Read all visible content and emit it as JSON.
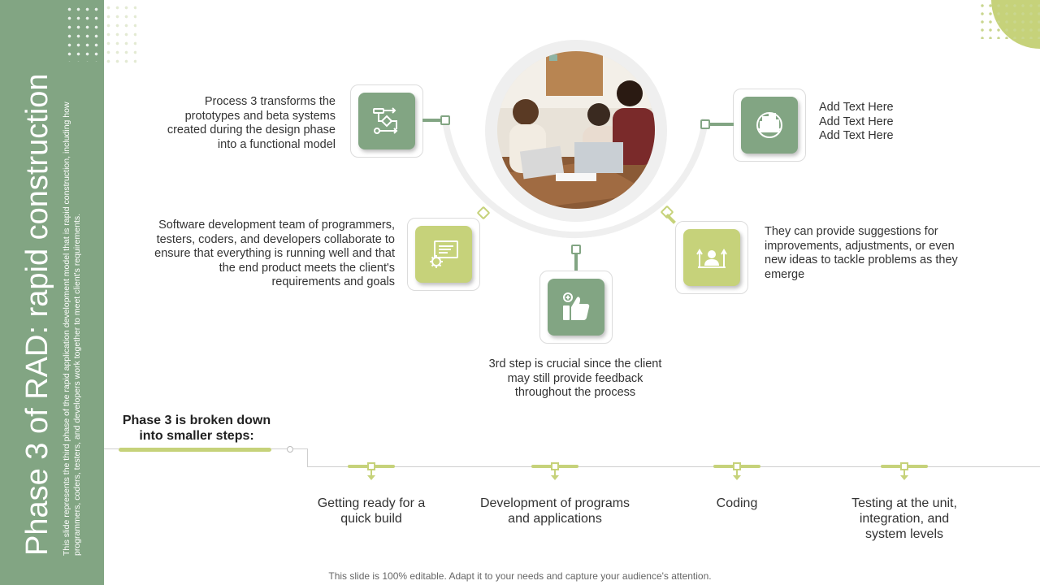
{
  "slide": {
    "title": "Phase 3 of RAD: rapid construction",
    "subtitle": "This slide represents the third phase of the rapid application development model that is rapid construction, including how programmers, coders, testers, and developers work together to meet client's requirements."
  },
  "cards": [
    {
      "text": "Process 3 transforms the prototypes and beta systems created during the design phase into a functional model",
      "icon": "flowchart-icon"
    },
    {
      "text": "Software development team of programmers, testers, coders, and developers collaborate to ensure that everything is running well and that the end product meets the client's requirements and goals",
      "icon": "settings-monitor-icon"
    },
    {
      "text": "3rd step is crucial since the client may still provide feedback throughout the process",
      "icon": "thumbs-up-icon"
    },
    {
      "text": "They can provide suggestions for improvements, adjustments, or even new ideas to tackle problems as they emerge",
      "icon": "person-arrows-icon"
    },
    {
      "text_lines": [
        "Add Text Here",
        "Add Text Here",
        "Add Text Here"
      ],
      "icon": "globe-building-icon"
    }
  ],
  "timeline": {
    "heading": "Phase 3 is broken down into smaller steps:",
    "steps": [
      {
        "label": "Getting ready for a quick build"
      },
      {
        "label": "Development of programs and applications"
      },
      {
        "label": "Coding"
      },
      {
        "label": "Testing at the unit, integration, and system levels"
      }
    ]
  },
  "footer": "This slide is 100% editable. Adapt it to your needs and capture your audience's attention.",
  "colors": {
    "sage": "#82a583",
    "lime": "#c6d27a",
    "gray": "#efefef"
  }
}
